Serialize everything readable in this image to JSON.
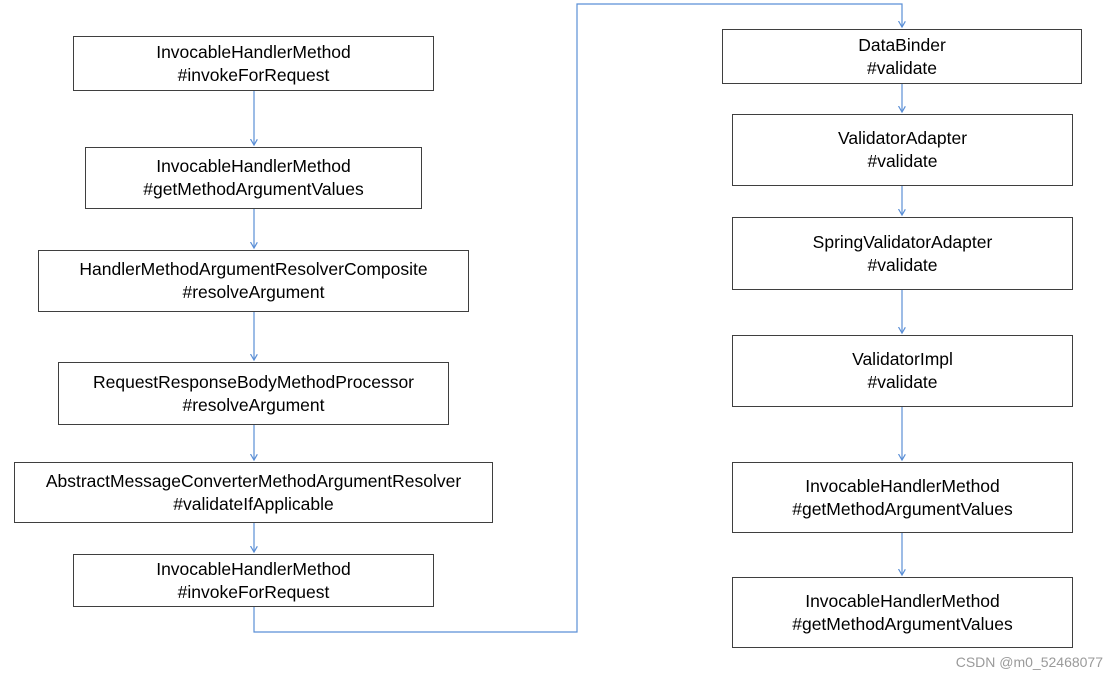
{
  "left_column": [
    {
      "line1": "InvocableHandlerMethod",
      "line2": "#invokeForRequest"
    },
    {
      "line1": "InvocableHandlerMethod",
      "line2": "#getMethodArgumentValues"
    },
    {
      "line1": "HandlerMethodArgumentResolverComposite",
      "line2": "#resolveArgument"
    },
    {
      "line1": "RequestResponseBodyMethodProcessor",
      "line2": "#resolveArgument"
    },
    {
      "line1": "AbstractMessageConverterMethodArgumentResolver",
      "line2": "#validateIfApplicable"
    },
    {
      "line1": "InvocableHandlerMethod",
      "line2": "#invokeForRequest"
    }
  ],
  "right_column": [
    {
      "line1": "DataBinder",
      "line2": "#validate"
    },
    {
      "line1": "ValidatorAdapter",
      "line2": "#validate"
    },
    {
      "line1": "SpringValidatorAdapter",
      "line2": "#validate"
    },
    {
      "line1": "ValidatorImpl",
      "line2": "#validate"
    },
    {
      "line1": "InvocableHandlerMethod",
      "line2": "#getMethodArgumentValues"
    },
    {
      "line1": "InvocableHandlerMethod",
      "line2": "#getMethodArgumentValues"
    }
  ],
  "watermark": "CSDN @m0_52468077",
  "colors": {
    "connector": "#5b8fd6",
    "box_border": "#3f3f3f"
  }
}
